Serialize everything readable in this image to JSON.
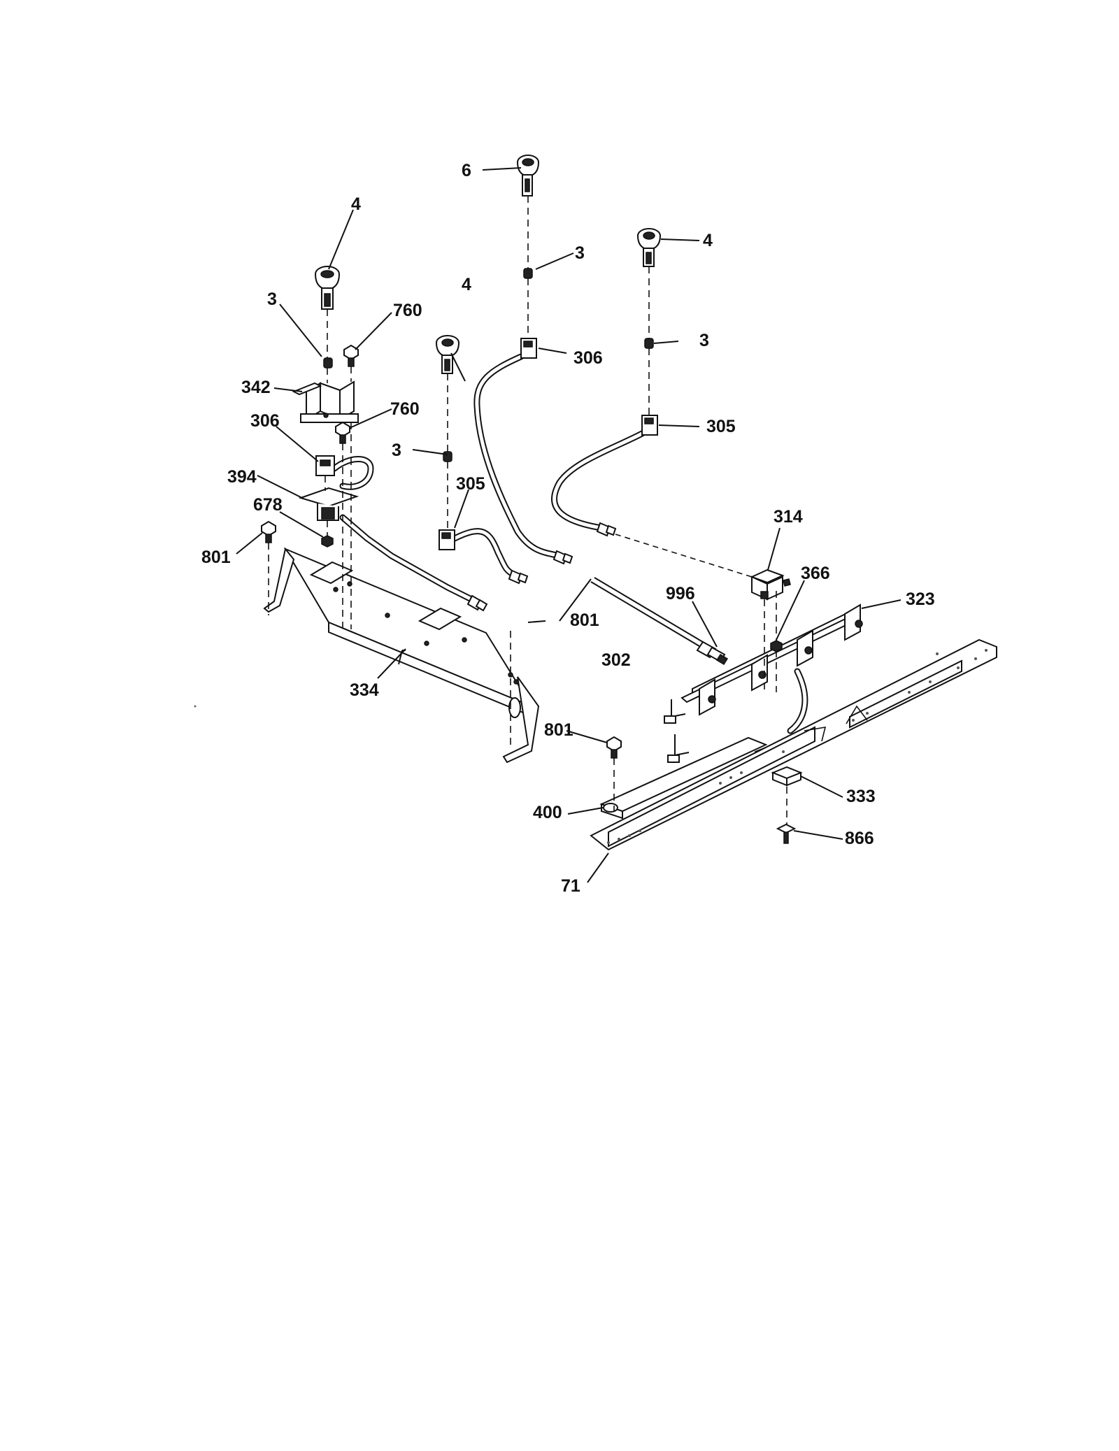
{
  "callouts": [
    "4",
    "6",
    "3",
    "760",
    "342",
    "306",
    "394",
    "678",
    "801",
    "334",
    "305",
    "302",
    "996",
    "314",
    "366",
    "323",
    "400",
    "333",
    "866",
    "71"
  ]
}
